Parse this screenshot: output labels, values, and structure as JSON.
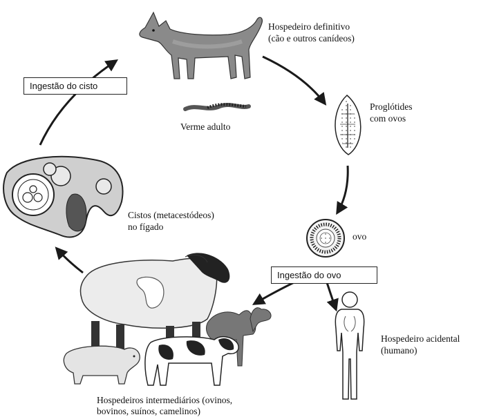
{
  "cycle": {
    "boxes": {
      "cyst_ingestion": "Ingestão do cisto",
      "egg_ingestion": "Ingestão do ovo"
    },
    "labels": {
      "definitive_host_line1": "Hospedeiro definitivo",
      "definitive_host_line2": "(cão e outros canídeos)",
      "adult_worm": "Verme adulto",
      "proglottids_line1": "Proglótides",
      "proglottids_line2": "com ovos",
      "egg": "ovo",
      "cysts_line1": "Cistos  (metacestódeos)",
      "cysts_line2": "no fígado",
      "accidental_host_line1": "Hospedeiro acidental",
      "accidental_host_line2": "(humano)",
      "intermediate_hosts_line1": "Hospedeiros intermediários  (ovinos,",
      "intermediate_hosts_line2": "bovinos, suínos, camelinos)"
    }
  },
  "colors": {
    "arrow": "#1a1a1a",
    "dog": "#8a8a8a",
    "sheep_wool": "#ececec",
    "liver": "#cfcfcf"
  },
  "icons": [
    "dog-illustration",
    "adult-worm-illustration",
    "proglottid-illustration",
    "egg-illustration",
    "human-silhouette",
    "sheep-illustration",
    "cow-illustration",
    "pig-illustration",
    "camel-illustration",
    "liver-with-cysts-illustration"
  ]
}
